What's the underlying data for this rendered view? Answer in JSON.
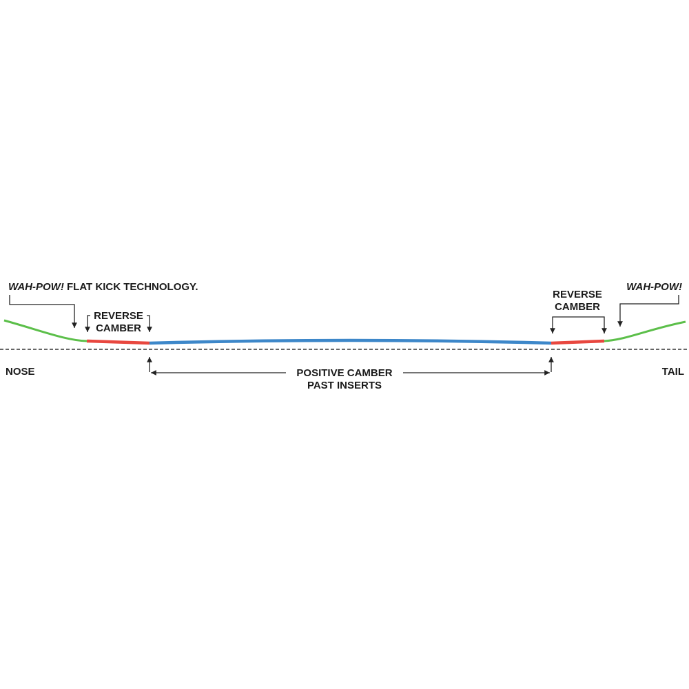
{
  "labels": {
    "nose_kick_brand": "WAH-POW!",
    "nose_kick_rest": " FLAT KICK TECHNOLOGY.",
    "nose_reverse_1": "REVERSE",
    "nose_reverse_2": "CAMBER",
    "tail_reverse_1": "REVERSE",
    "tail_reverse_2": "CAMBER",
    "tail_kick": "WAH-POW!",
    "positive_1": "POSITIVE CAMBER",
    "positive_2": "PAST INSERTS",
    "nose": "NOSE",
    "tail": "TAIL"
  },
  "colors": {
    "flat_kick": "#5cbf4a",
    "reverse_camber": "#e8473f",
    "positive_camber": "#3d87c9"
  }
}
